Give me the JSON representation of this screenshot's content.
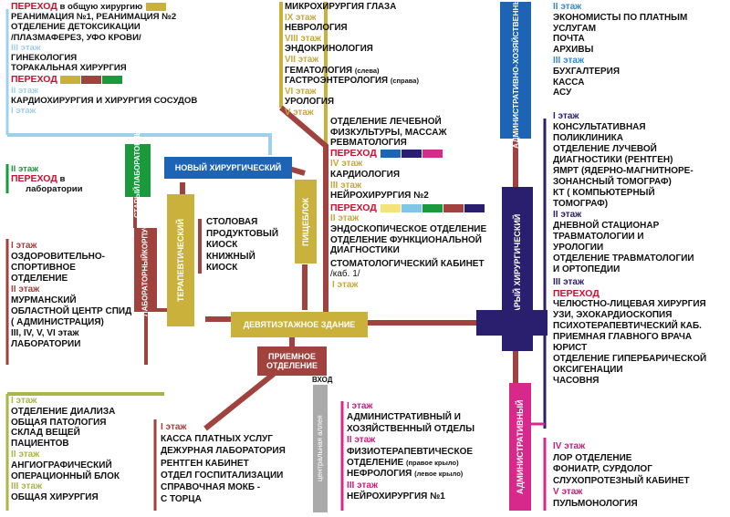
{
  "colors": {
    "brown": "#a0423e",
    "yellow": "#c9b13c",
    "blue": "#1e64b4",
    "lightblue": "#9fd0ea",
    "green": "#1a9a3c",
    "navy": "#2a1f6e",
    "olive": "#aab54a",
    "magenta": "#d7288c",
    "gray": "#aaaaaa",
    "red": "#c8102e",
    "floorYellow": "#c5a83a",
    "floorBlue": "#3a88c8",
    "floorPurple": "#7a3f88",
    "floorOlive": "#a7ad3a",
    "floorMagenta": "#c8207a"
  },
  "headers": {
    "novy": "НОВЫЙ ХИРУРГИЧЕСКИЙ",
    "devyat": "ДЕВЯТИЭТАЖНОЕ ЗДАНИЕ",
    "priemnoe1": "ПРИЕМНОЕ",
    "priemnoe2": "ОТДЕЛЕНИЕ",
    "vhod": "ВХОД",
    "pitseblok": "ПИЩЕБЛОК",
    "terapevt": "ТЕРАПЕВТИЧЕСКИЙ",
    "stary_lab1": "СТАРЫЙ",
    "stary_lab2": "ЛАБОРАТОРНЫЙ",
    "lab_korpus1": "ЛАБОРАТОРНЫЙ",
    "lab_korpus2": "КОРПУС",
    "admin_hoz1": "АДМИНИСТРАТИВНО-",
    "admin_hoz2": "ХОЗЯЙСТВЕННЫЙ",
    "stary_hir": "СТАРЫЙ ХИРУРГИЧЕСКИЙ",
    "admin": "АДМИНИСТРАТИВНЫЙ",
    "alley": "центральная аллея"
  },
  "topLeft": {
    "perehod": "ПЕРЕХОД",
    "perehod_note": "в общую хирургию",
    "l1": "РЕАНИМАЦИЯ №1, РЕАНИМАЦИЯ №2",
    "l2": "ОТДЕЛЕНИЕ ДЕТОКСИКАЦИИ",
    "l3": "/ПЛАЗМАФЕРЕЗ, УФО КРОВИ/",
    "f3": "III этаж",
    "l4": "ГИНЕКОЛОГИЯ",
    "l5": "ТОРАКАЛЬНАЯ ХИРУРГИЯ",
    "perehod2": "ПЕРЕХОД",
    "f2": "II этаж",
    "l6": "КАРДИОХИРУРГИЯ И ХИРУРГИЯ СОСУДОВ",
    "f1": "I этаж"
  },
  "labOld": {
    "f2": "II этаж",
    "perehod": "ПЕРЕХОД",
    "note1": "в",
    "note2": "лаборатории"
  },
  "labCorpus": {
    "f1": "I этаж",
    "l1": "ОЗДОРОВИТЕЛЬНО-",
    "l2": "СПОРТИВНОЕ",
    "l3": "ОТДЕЛЕНИЕ",
    "f2": "II этаж",
    "l4": "МУРМАНСКИЙ",
    "l5": "ОБЛАСТНОЙ ЦЕНТР  СПИД",
    "l6": "( АДМИНИСТРАЦИЯ)",
    "f3": "III, IV, V, VI этаж",
    "l7": "ЛАБОРАТОРИИ"
  },
  "terap": {
    "l1": "СТОЛОВАЯ",
    "l2": "ПРОДУКТОВЫЙ",
    "l3": "КИОСК",
    "l4": "КНИЖНЫЙ",
    "l5": "КИОСК"
  },
  "bottomLeft": {
    "f1": "I этаж",
    "l1": "ОТДЕЛЕНИЕ ДИАЛИЗА",
    "l2": "ОБЩАЯ ПАТОЛОГИЯ",
    "l3": "СКЛАД ВЕЩЕЙ",
    "l4": "ПАЦИЕНТОВ",
    "f2": "II этаж",
    "l5": "АНГИОГРАФИЧЕСКИЙ",
    "l6": "ОПЕРАЦИОННЫЙ БЛОК",
    "f3": "III этаж",
    "l7": "ОБЩАЯ ХИРУРГИЯ"
  },
  "priemnoe": {
    "f1": "I этаж",
    "l1": "КАССА ПЛАТНЫХ УСЛУГ",
    "l2": "ДЕЖУРНАЯ ЛАБОРАТОРИЯ",
    "l3": "РЕНТГЕН КАБИНЕТ",
    "l4": "ОТДЕЛ ГОСПИТАЛИЗАЦИИ",
    "l5": "СПРАВОЧНАЯ МОКБ -",
    "l6": "С ТОРЦА"
  },
  "nine": {
    "l1": "МИКРОХИРУРГИЯ ГЛАЗА",
    "f9": "IX этаж",
    "l2": "НЕВРОЛОГИЯ",
    "f8": "VIII этаж",
    "l3": "ЭНДОКРИНОЛОГИЯ",
    "f7": "VII этаж",
    "l4a": "ГЕМАТОЛОГИЯ",
    "l4b": "(слева)",
    "l5a": "ГАСТРОЭНТЕРОЛОГИЯ",
    "l5b": "(справа)",
    "f6": "VI этаж",
    "l6": "УРОЛОГИЯ",
    "f5": "V этаж",
    "l7": "ОТДЕЛЕНИЕ ЛЕЧЕБНОЙ",
    "l8": "ФИЗКУЛЬТУРЫ, МАССАЖ",
    "l9": "РЕВМАТОЛОГИЯ",
    "perehod1": "ПЕРЕХОД",
    "f4": "IV этаж",
    "l10": "КАРДИОЛОГИЯ",
    "f3": "III этаж",
    "l11": "НЕЙРОХИРУРГИЯ №2",
    "perehod2": "ПЕРЕХОД",
    "f2": "II этаж",
    "l12": "ЭНДОСКОПИЧЕСКОЕ ОТДЕЛЕНИЕ",
    "l13": "ОТДЕЛЕНИЕ ФУНКЦИОНАЛЬНОЙ",
    "l14": "ДИАГНОСТИКИ",
    "l15": "СТОМАТОЛОГИЧЕСКИЙ КАБИНЕТ",
    "l16": "/каб. 1/",
    "f1": "I этаж"
  },
  "adminHoz": {
    "f2": "II этаж",
    "l1": "ЭКОНОМИСТЫ ПО ПЛАТНЫМ",
    "l2": "УСЛУГАМ",
    "l3": "ПОЧТА",
    "l4": "АРХИВЫ",
    "f3": "III этаж",
    "l5": "БУХГАЛТЕРИЯ",
    "l6": "КАССА",
    "l7": "АСУ"
  },
  "staryHir": {
    "f1": "I этаж",
    "l1": "КОНСУЛЬТАТИВНАЯ",
    "l2": "ПОЛИКЛИНИКА",
    "l3": "ОТДЕЛЕНИЕ ЛУЧЕВОЙ",
    "l4": "ДИАГНОСТИКИ  (РЕНТГЕН)",
    "l5": "ЯМРТ (ЯДЕРНО-МАГНИТНОРЕ-",
    "l6": "ЗОНАНСНЫЙ ТОМОГРАФ)",
    "l7": "КТ ( КОМПЬЮТЕРНЫЙ",
    "l8": "ТОМОГРАФ)",
    "f2": "II этаж",
    "l9": "ДНЕВНОЙ СТАЦИОНАР",
    "l10": "ТРАВМАТОЛОГИИ И",
    "l11": "УРОЛОГИИ",
    "l12": "ОТДЕЛЕНИЕ ТРАВМАТОЛОГИИ",
    "l13": "И ОРТОПЕДИИ",
    "f3": "III этаж",
    "perehod": "ПЕРЕХОД",
    "l14": "ЧЕЛЮСТНО-ЛИЦЕВАЯ ХИРУРГИЯ",
    "l15": "УЗИ, ЭХОКАРДИОСКОПИЯ",
    "l16": "ПСИХОТЕРАПЕВТИЧЕСКИЙ КАБ.",
    "l17": "ПРИЕМНАЯ ГЛАВНОГО ВРАЧА",
    "l18": "ЮРИСТ",
    "l19": "ОТДЕЛЕНИЕ ГИПЕРБАРИЧЕСКОЙ",
    "l20": "ОКСИГЕНАЦИИ",
    "l21": "ЧАСОВНЯ"
  },
  "admin": {
    "f1": "I этаж",
    "l1": "АДМИНИСТРАТИВНЫЙ И",
    "l2": "ХОЗЯЙСТВЕННЫЙ ОТДЕЛЫ",
    "f2": "II этаж",
    "l3": "ФИЗИОТЕРАПЕВТИЧЕСКОЕ",
    "l4a": "ОТДЕЛЕНИЕ",
    "l4b": "(правое крыло)",
    "l5a": "НЕФРОЛОГИЯ",
    "l5b": "(левое крыло)",
    "f3": "III этаж",
    "l6": "НЕЙРОХИРУРГИЯ №1"
  },
  "bottomRight": {
    "f4": "IV этаж",
    "l1": "ЛОР ОТДЕЛЕНИЕ",
    "l2": "ФОНИАТР, СУРДОЛОГ",
    "l3": "СЛУХОПРОТЕЗНЫЙ КАБИНЕТ",
    "f5": "V этаж",
    "l4": "ПУЛЬМОНОЛОГИЯ"
  }
}
